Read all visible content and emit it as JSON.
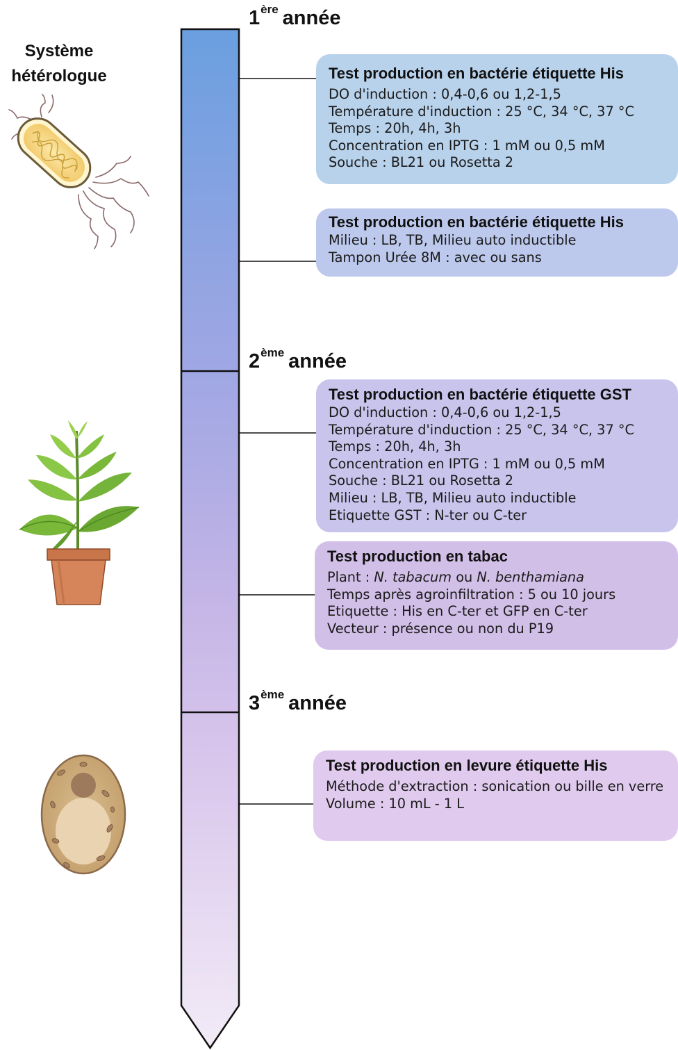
{
  "system_label": [
    "Système",
    "hétérologue"
  ],
  "years": [
    {
      "num": "1",
      "sup": "ère",
      "label": "année"
    },
    {
      "num": "2",
      "sup": "ème",
      "label": "année"
    },
    {
      "num": "3",
      "sup": "ème",
      "label": "année"
    }
  ],
  "boxes": [
    {
      "title": "Test production en bactérie étiquette His",
      "color": "#b8d2ec",
      "lines": [
        "DO d'induction : 0,4-0,6 ou 1,2-1,5",
        "Température d'induction : 25 °C, 34 °C, 37 °C",
        "Temps : 20h, 4h, 3h",
        "Concentration en IPTG : 1 mM ou 0,5 mM",
        "Souche : BL21 ou Rosetta 2"
      ]
    },
    {
      "title": "Test production en bactérie étiquette His",
      "color": "#bcc8ec",
      "lines": [
        "Milieu : LB, TB, Milieu auto inductible",
        "Tampon Urée 8M : avec ou sans"
      ]
    },
    {
      "title": "Test production en bactérie étiquette GST",
      "color": "#c8c4ec",
      "lines": [
        "DO d'induction : 0,4-0,6 ou 1,2-1,5",
        "Température d'induction : 25 °C, 34 °C, 37 °C",
        "Temps : 20h, 4h, 3h",
        "Concentration en IPTG : 1 mM ou 0,5 mM",
        "Souche : BL21 ou Rosetta 2",
        "Milieu : LB, TB, Milieu auto inductible",
        "Etiquette GST : N-ter ou C-ter"
      ]
    },
    {
      "title": "Test production en tabac",
      "color": "#d2bfe8",
      "plant_label": "Plant : ",
      "plant_species_1": "N. tabacum",
      "plant_or": " ou ",
      "plant_species_2": "N. benthamiana",
      "lines": [
        "Temps après agroinfiltration : 5 ou 10 jours",
        "Etiquette : His en C-ter et GFP en C-ter",
        "Vecteur : présence ou non du P19"
      ]
    },
    {
      "title": "Test production en levure étiquette His",
      "color": "#e0cbee",
      "lines": [
        "Méthode d'extraction : sonication ou bille en verre",
        "Volume : 10 mL - 1 L"
      ]
    }
  ],
  "icons": [
    "bacterium-icon",
    "tobacco-plant-icon",
    "yeast-cell-icon"
  ],
  "timeline_gradient": [
    "#6a9fe0",
    "#8fa4e2",
    "#b0a8e2",
    "#c9b4e6",
    "#ddc7ec",
    "#efe6f6"
  ]
}
